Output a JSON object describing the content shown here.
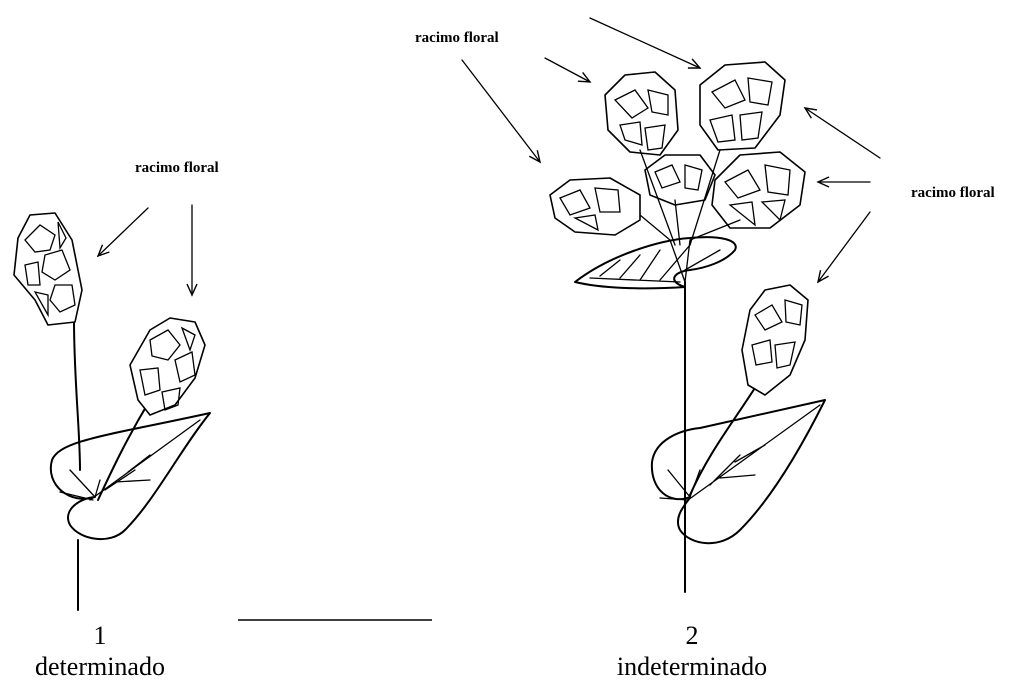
{
  "labels": {
    "left_raceme": "racimo floral",
    "top_raceme": "racimo floral",
    "right_raceme": "racimo floral"
  },
  "captions": {
    "plant1_number": "1",
    "plant1_name": "determinado",
    "plant2_number": "2",
    "plant2_name": "indeterminado"
  }
}
